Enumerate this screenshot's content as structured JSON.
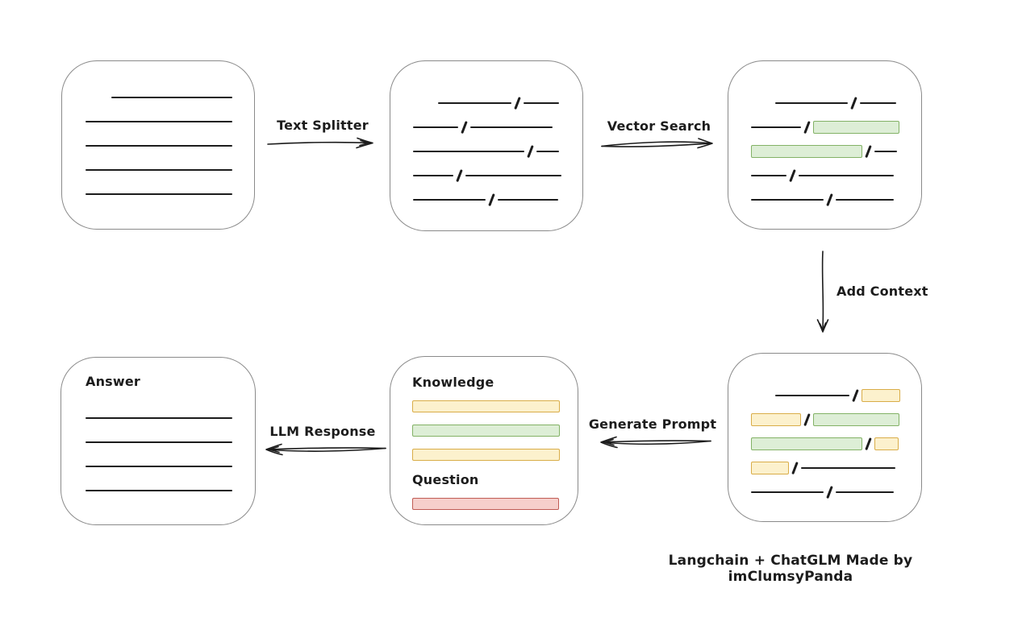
{
  "colors": {
    "line": "#1c1c1c",
    "box_border": "#8a8a8a",
    "green_fill": "#ddeed6",
    "green_border": "#83b266",
    "yellow_fill": "#fcf1cd",
    "yellow_border": "#d9ad48",
    "red_fill": "#f6cfcb",
    "red_border": "#c05c55"
  },
  "caption": "Langchain + ChatGLM Made by imClumsyPanda",
  "edges": {
    "text_splitter": "Text Splitter",
    "vector_search": "Vector Search",
    "add_context": "Add Context",
    "generate_prompt": "Generate Prompt",
    "llm_response": "LLM Response"
  },
  "nodes": {
    "document": {
      "rows": [
        {
          "indent": 32,
          "segs": [
            {
              "t": "line",
              "w": 150
            }
          ]
        },
        {
          "segs": [
            {
              "t": "line",
              "w": 182
            }
          ]
        },
        {
          "segs": [
            {
              "t": "line",
              "w": 182
            }
          ]
        },
        {
          "segs": [
            {
              "t": "line",
              "w": 182
            }
          ]
        },
        {
          "segs": [
            {
              "t": "line",
              "w": 182
            }
          ]
        }
      ]
    },
    "chunks": {
      "rows": [
        {
          "indent": 31,
          "segs": [
            {
              "t": "line",
              "w": 91
            },
            {
              "t": "slash"
            },
            {
              "t": "line",
              "w": 44
            }
          ]
        },
        {
          "segs": [
            {
              "t": "line",
              "w": 56
            },
            {
              "t": "slash"
            },
            {
              "t": "line",
              "w": 102
            }
          ]
        },
        {
          "segs": [
            {
              "t": "line",
              "w": 138
            },
            {
              "t": "slash"
            },
            {
              "t": "line",
              "w": 28
            }
          ]
        },
        {
          "segs": [
            {
              "t": "line",
              "w": 50
            },
            {
              "t": "slash"
            },
            {
              "t": "line",
              "w": 119
            }
          ]
        },
        {
          "segs": [
            {
              "t": "line",
              "w": 90
            },
            {
              "t": "slash"
            },
            {
              "t": "line",
              "w": 75
            }
          ]
        }
      ]
    },
    "chunks_matched": {
      "rows": [
        {
          "indent": 30,
          "segs": [
            {
              "t": "line",
              "w": 90
            },
            {
              "t": "slash"
            },
            {
              "t": "line",
              "w": 45
            }
          ]
        },
        {
          "segs": [
            {
              "t": "line",
              "w": 62
            },
            {
              "t": "slash"
            },
            {
              "t": "green",
              "w": 107
            }
          ]
        },
        {
          "segs": [
            {
              "t": "green",
              "w": 138
            },
            {
              "t": "slash"
            },
            {
              "t": "line",
              "w": 28
            }
          ]
        },
        {
          "segs": [
            {
              "t": "line",
              "w": 44
            },
            {
              "t": "slash"
            },
            {
              "t": "line",
              "w": 118
            }
          ]
        },
        {
          "segs": [
            {
              "t": "line",
              "w": 90
            },
            {
              "t": "slash"
            },
            {
              "t": "line",
              "w": 72
            }
          ]
        }
      ]
    },
    "chunks_context": {
      "rows": [
        {
          "indent": 30,
          "segs": [
            {
              "t": "line",
              "w": 92
            },
            {
              "t": "slash"
            },
            {
              "t": "yellow",
              "w": 48
            }
          ]
        },
        {
          "segs": [
            {
              "t": "yellow",
              "w": 62
            },
            {
              "t": "slash"
            },
            {
              "t": "green",
              "w": 107
            }
          ]
        },
        {
          "segs": [
            {
              "t": "green",
              "w": 138
            },
            {
              "t": "slash"
            },
            {
              "t": "yellow",
              "w": 30
            }
          ]
        },
        {
          "segs": [
            {
              "t": "yellow",
              "w": 47
            },
            {
              "t": "slash"
            },
            {
              "t": "line",
              "w": 117
            }
          ]
        },
        {
          "segs": [
            {
              "t": "line",
              "w": 90
            },
            {
              "t": "slash"
            },
            {
              "t": "line",
              "w": 72
            }
          ]
        }
      ]
    },
    "prompt": {
      "knowledge_label": "Knowledge",
      "question_label": "Question",
      "knowledge_rows": [
        {
          "segs": [
            {
              "t": "yellow",
              "w": 183
            }
          ]
        },
        {
          "segs": [
            {
              "t": "green",
              "w": 183
            }
          ]
        },
        {
          "segs": [
            {
              "t": "yellow",
              "w": 183
            }
          ]
        }
      ],
      "question_rows": [
        {
          "segs": [
            {
              "t": "red",
              "w": 182
            }
          ]
        }
      ]
    },
    "answer": {
      "label": "Answer",
      "rows": [
        {
          "segs": [
            {
              "t": "line",
              "w": 182
            }
          ]
        },
        {
          "segs": [
            {
              "t": "line",
              "w": 182
            }
          ]
        },
        {
          "segs": [
            {
              "t": "line",
              "w": 182
            }
          ]
        },
        {
          "segs": [
            {
              "t": "line",
              "w": 182
            }
          ]
        }
      ]
    }
  }
}
